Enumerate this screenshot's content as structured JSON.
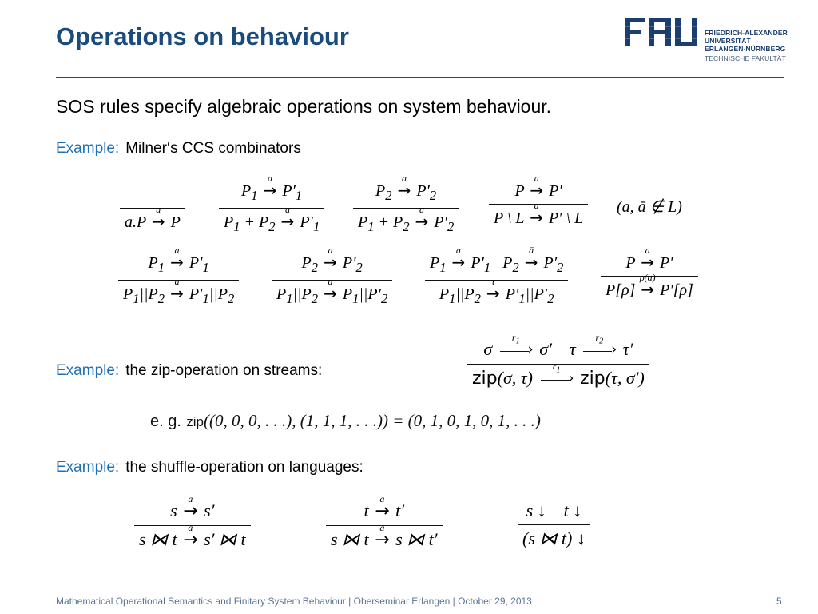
{
  "slide": {
    "title": "Operations on behaviour",
    "intro": "SOS rules specify algebraic operations on system behaviour.",
    "example1": {
      "label": "Example:",
      "text": "Milner‘s CCS combinators"
    },
    "example2": {
      "label": "Example:",
      "text": "the zip-operation on streams:"
    },
    "example3": {
      "label": "Example:",
      "text": "the shuffle-operation on languages:"
    },
    "eg_label": "e. g.",
    "eg_zip": "zip",
    "eg_expr": "((0, 0, 0, . . .), (1, 1, 1, . . .)) = (0, 1, 0, 1, 0, 1, . . .)"
  },
  "logo": {
    "mark": "FAU",
    "line1": "FRIEDRICH-ALEXANDER",
    "line2": "UNIVERSITÄT",
    "line3": "ERLANGEN-NÜRNBERG",
    "line4": "TECHNISCHE FAKULTÄT"
  },
  "footer": {
    "text": "Mathematical Operational Semantics and Finitary System Behaviour | Oberseminar Erlangen | October 29, 2013",
    "page": "5"
  },
  "colors": {
    "title": "#1a4b7e",
    "example_label": "#1f6fb5",
    "footer": "#5b7595"
  }
}
